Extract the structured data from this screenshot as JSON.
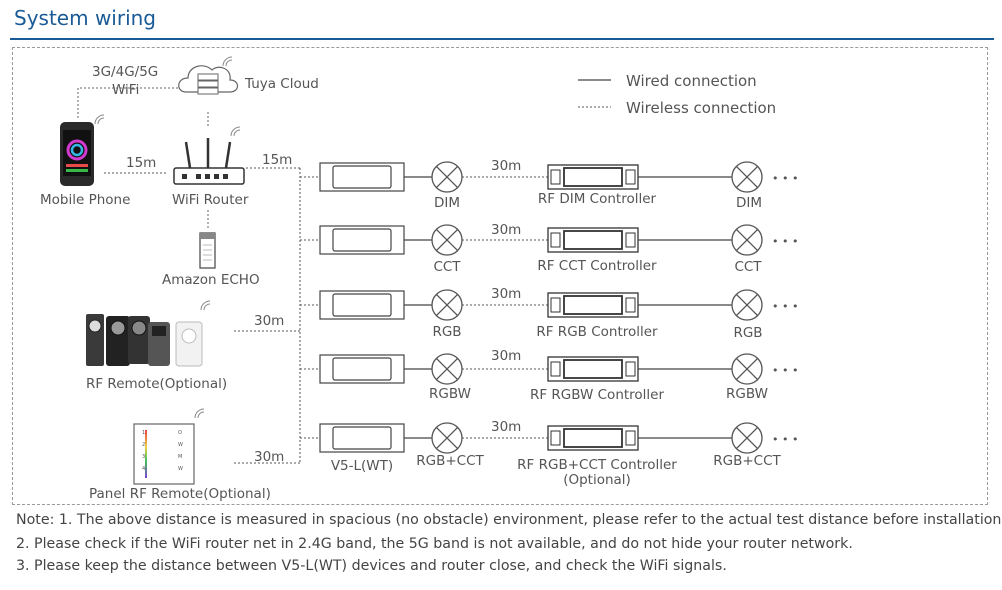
{
  "title": "System wiring",
  "legend": {
    "wired": "Wired connection",
    "wireless": "Wireless connection"
  },
  "network": {
    "band_line1": "3G/4G/5G",
    "band_line2": "WiFi",
    "cloud": "Tuya Cloud",
    "phone": "Mobile Phone",
    "router": "WiFi Router",
    "echo": "Amazon ECHO",
    "remote": "RF Remote(Optional)",
    "panel_line1": "Panel RF Remote(Optional)"
  },
  "distances": {
    "phone_router": "15m",
    "router_bus": "15m",
    "remote_bus": "30m",
    "panel_bus": "30m",
    "row": "30m"
  },
  "controller_label": "V5-L(WT)",
  "ellipsis": "• • •",
  "rows": [
    {
      "lamp": "DIM",
      "controller": "RF DIM Controller"
    },
    {
      "lamp": "CCT",
      "controller": "RF CCT Controller"
    },
    {
      "lamp": "RGB",
      "controller": "RF RGB Controller"
    },
    {
      "lamp": "RGBW",
      "controller": "RF RGBW Controller"
    },
    {
      "lamp": "RGB+CCT",
      "controller": "RF RGB+CCT Controller",
      "controller2": "(Optional)"
    }
  ],
  "notes": [
    "Note: 1. The above distance is measured in spacious (no obstacle) environment, please refer to the actual test distance before installation.",
    "2. Please check if the WiFi router net in 2.4G band, the 5G band is not available, and do not hide your router network.",
    "3. Please keep the distance between V5-L(WT) devices and router close, and check the WiFi signals."
  ],
  "colors": {
    "accent": "#1a5a96",
    "line": "#444444",
    "text": "#555555"
  }
}
